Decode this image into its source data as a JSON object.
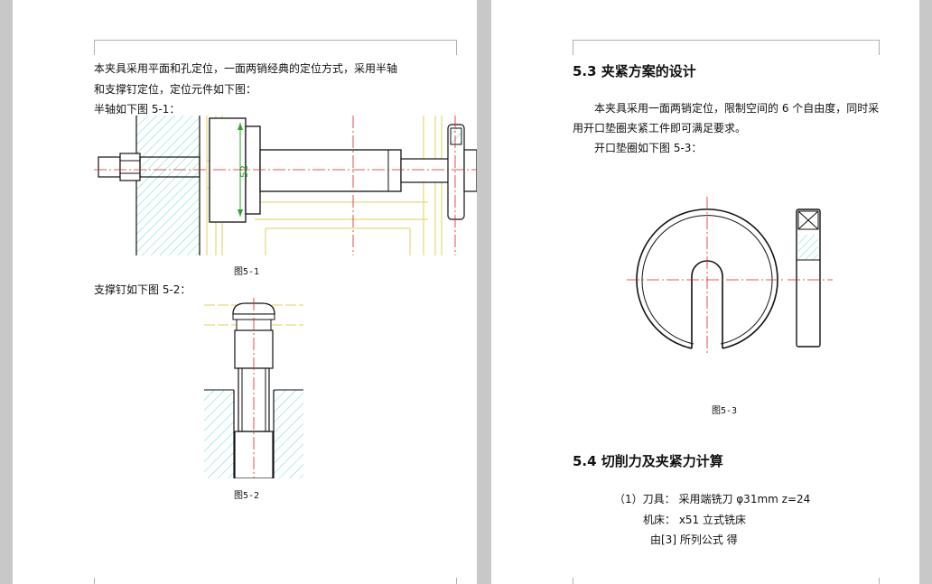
{
  "left_page": {
    "para1_line1": "本夹具采用平面和孔定位，一面两销经典的定位方式，采用半轴",
    "para1_line2": "和支撑钉定位，定位元件如下图：",
    "shaft_intro": "半轴如下图 5-1：",
    "dimension_label": "52",
    "fig1_caption": "图5-1",
    "pin_intro": "支撑钉如下图 5-2：",
    "fig2_caption": "图5-2"
  },
  "right_page": {
    "section_53_title": "5.3 夹紧方案的设计",
    "para_line1": "本夹具采用一面两销定位，限制空间的 6 个自由度，同时采",
    "para_line2": "用开口垫圈夹紧工件即可满足要求。",
    "washer_intro": "开口垫圈如下图 5-3：",
    "fig3_caption": "图5-3",
    "section_54_title": "5.4 切削力及夹紧力计算",
    "tool_line": "（1）刀具：   采用端铣刀  φ31mm   z=24",
    "machine_line": "机床：    x51 立式铣床",
    "formula_line": "由[3]  所列公式 得"
  }
}
